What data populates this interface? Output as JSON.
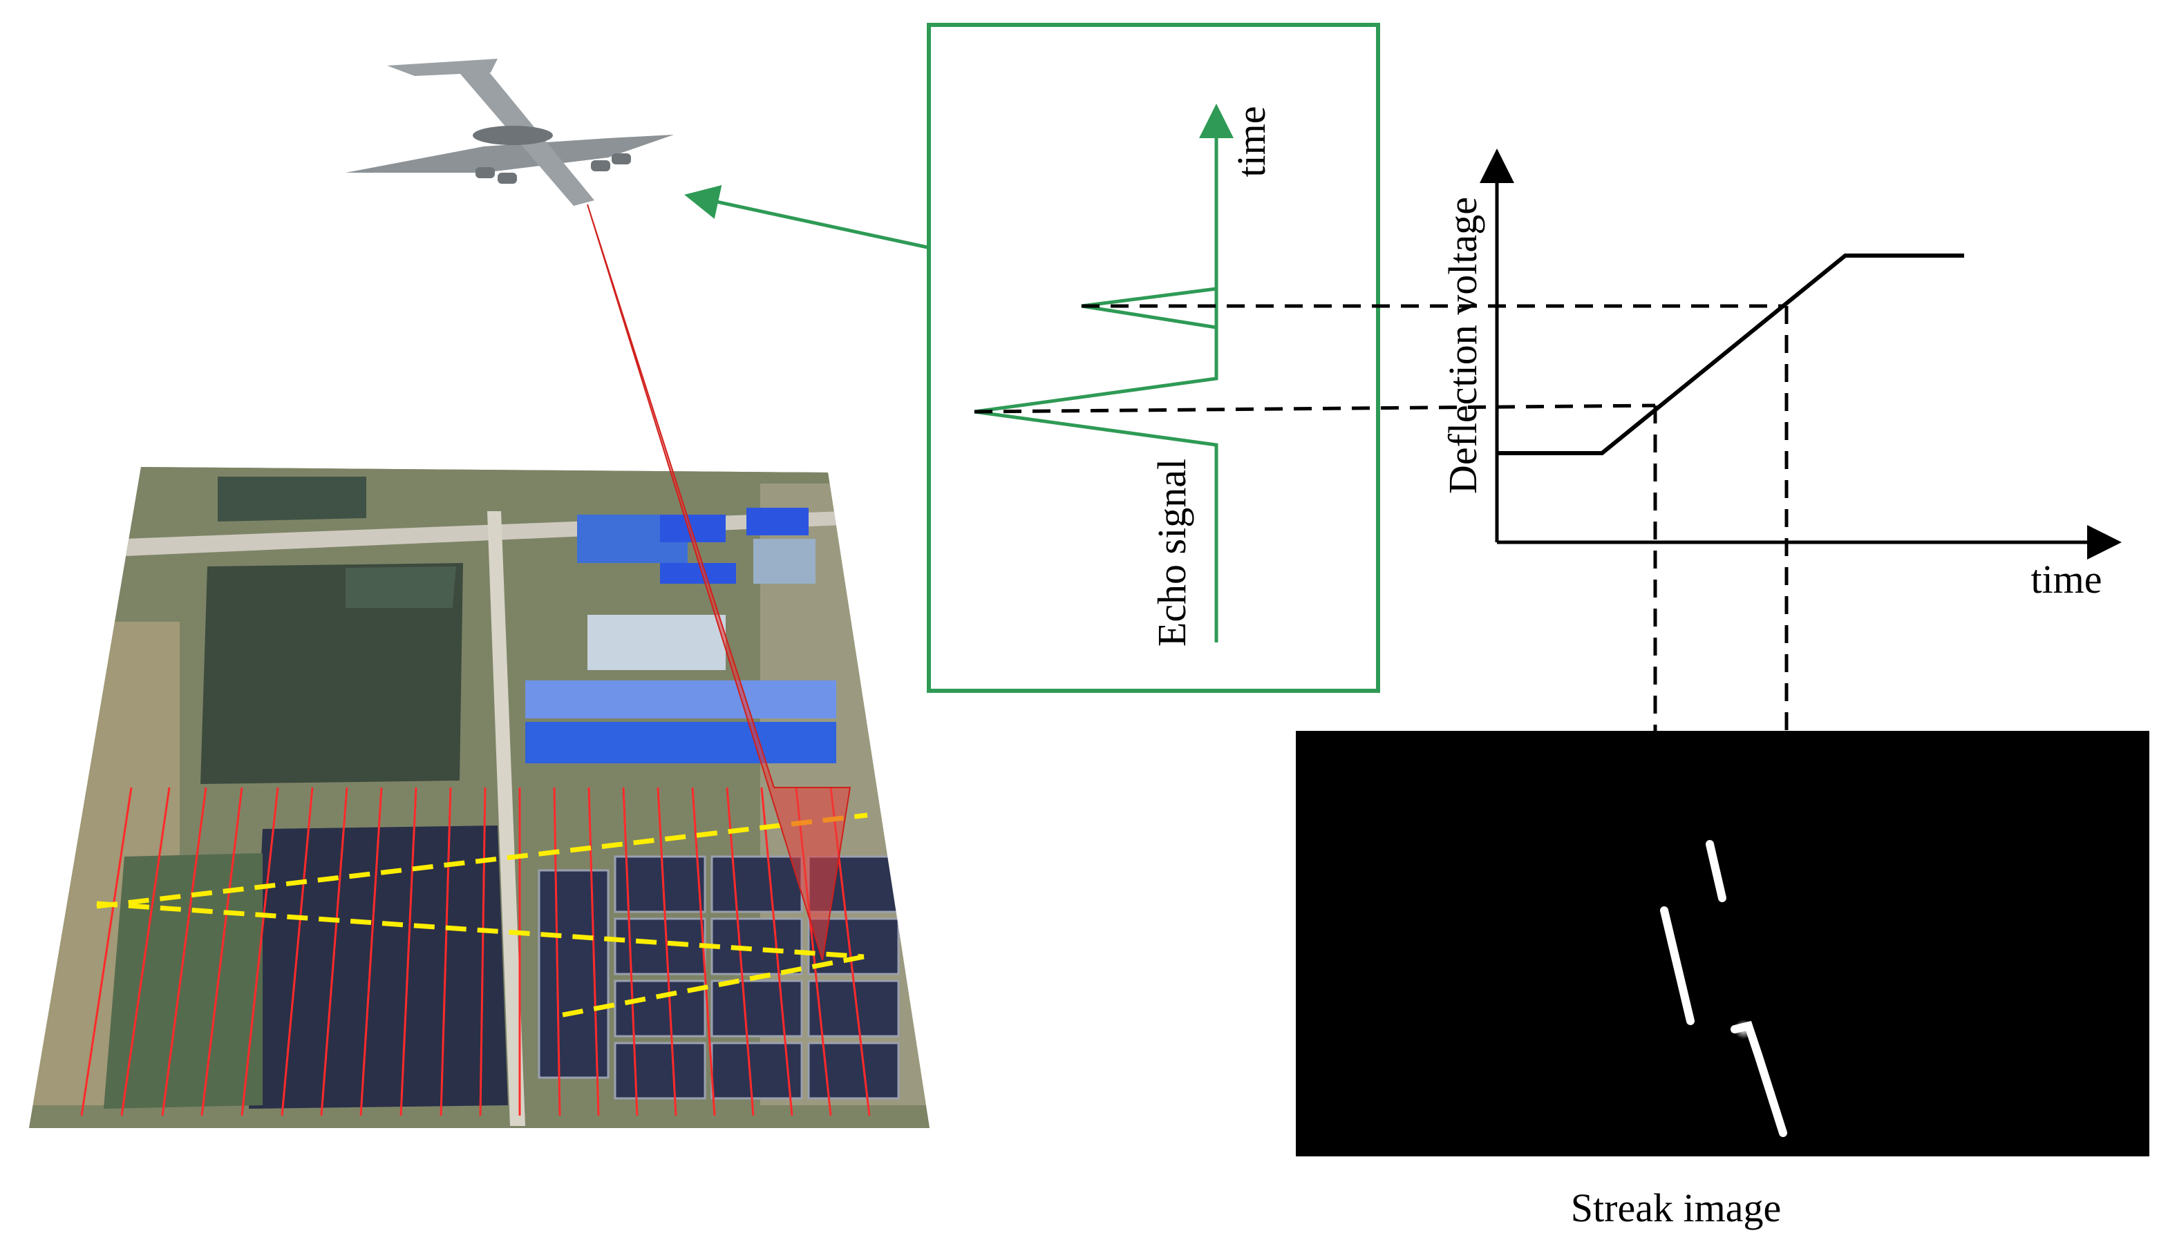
{
  "labels": {
    "echo_axis_label": "Echo signal",
    "echo_time_label": "time",
    "deflection_y_label": "Deflection voltage",
    "deflection_x_label": "time",
    "streak_caption": "Streak image"
  },
  "colors": {
    "echo_box": "#2e9a55",
    "echo_signal": "#2e9a55",
    "laser_beam": "#e8403c",
    "scan_lines": "#ff2a2a",
    "track_lines": "#ffee00",
    "streak_bg": "#000000",
    "streak_trace": "#ffffff",
    "dashed_guides": "#000000"
  },
  "icons": {
    "aircraft": "awacs-aircraft-icon"
  }
}
